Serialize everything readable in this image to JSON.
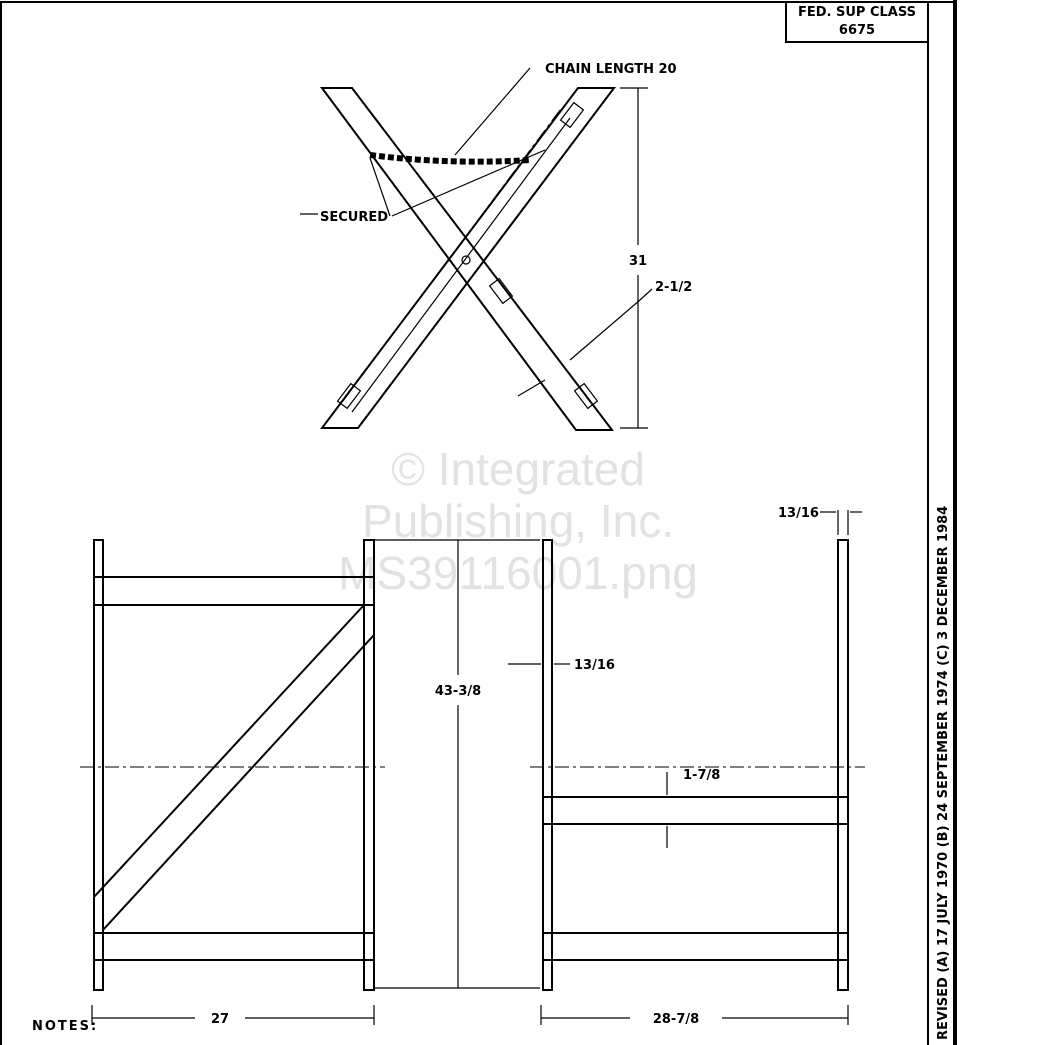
{
  "title_block": {
    "label": "FED. SUP CLASS",
    "value": "6675"
  },
  "revision_strip": "REVISED (A) 17 JULY 1970 (B) 24 SEPTEMBER 1974 (C) 3 DECEMBER 1984",
  "top_view": {
    "chain_label": "CHAIN LENGTH 20",
    "secured_label": "SECURED",
    "height_dim": "31",
    "width_dim": "2-1/2"
  },
  "front_view": {
    "height_dim": "43-3/8",
    "width_dim": "27"
  },
  "side_view": {
    "post_dim_top": "13/16",
    "post_dim_mid": "13/16",
    "rail_dim": "1-7/8",
    "width_dim": "28-7/8"
  },
  "notes_label": "NOTES:",
  "watermark": [
    "© Integrated",
    "Publishing, Inc.",
    "MS39116001.png"
  ]
}
